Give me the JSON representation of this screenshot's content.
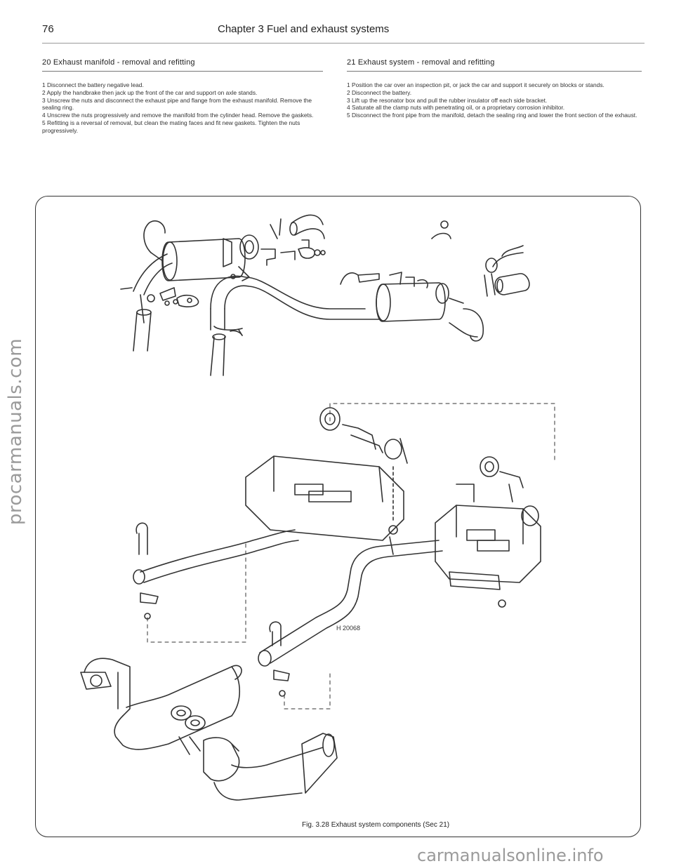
{
  "page_number": "76",
  "running_head": "Chapter 3 Fuel and exhaust systems",
  "watermarks": {
    "left": "procarmanuals.com",
    "bottom": "carmanualsonline.info"
  },
  "sections": [
    {
      "title": "20 Exhaust manifold - removal and refitting",
      "paragraphs": [
        "1 Disconnect the battery negative lead.",
        "2 Apply the handbrake then jack up the front of the car and support on axle stands.",
        "3 Unscrew the nuts and disconnect the exhaust pipe and flange from the exhaust manifold. Remove the sealing ring.",
        "4 Unscrew the nuts progressively and remove the manifold from the cylinder head. Remove the gaskets.",
        "5 Refitting is a reversal of removal, but clean the mating faces and fit new gaskets. Tighten the nuts progressively."
      ]
    },
    {
      "title": "21 Exhaust system - removal and refitting",
      "paragraphs": [
        "1 Position the car over an inspection pit, or jack the car and support it securely on blocks or stands.",
        "2 Disconnect the battery.",
        "3 Lift up the resonator box and pull the rubber insulator off each side bracket.",
        "4 Saturate all the clamp nuts with penetrating oil, or a proprietary corrosion inhibitor.",
        "5 Disconnect the front pipe from the manifold, detach the sealing ring and lower the front section of the exhaust."
      ]
    }
  ],
  "figure": {
    "code": "H 20068",
    "caption": "Fig. 3.28 Exhaust system components (Sec 21)"
  }
}
